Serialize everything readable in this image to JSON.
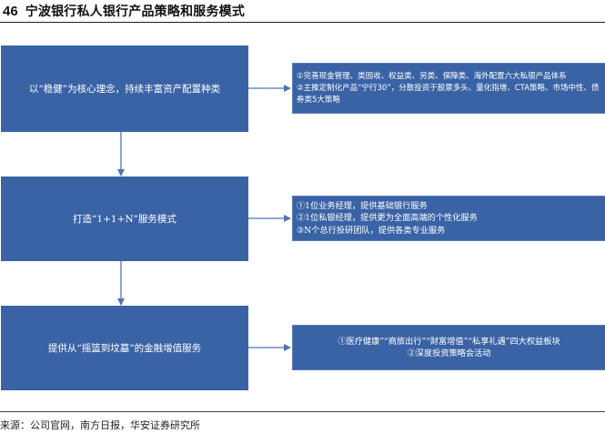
{
  "header": {
    "figure_number": "46",
    "title": "宁波银行私人银行产品策略和服务模式"
  },
  "steps": [
    {
      "main": "以“稳健”为核心理念，持续丰富资产配置种类",
      "details": [
        "①完善现金管理、类固收、权益类、另类、保障类、海外配置六大私银产品体系",
        "②主推定制化产品“宁行30”，分散投资于股票多头、量化指增、CTA策略、市场中性、债券类5大策略"
      ]
    },
    {
      "main": "打造“1+1+N”服务模式",
      "details": [
        "①1位业务经理，提供基础银行服务",
        "②1位私银经理，提供更为全面高端的个性化服务",
        "③N个总行投研团队，提供各类专业服务"
      ]
    },
    {
      "main": "提供从“摇篮到坟墓”的金融增值服务",
      "details": [
        "①医疗健康”“商旅出行”“财富增值”“私享礼遇”四大权益板块",
        "②深度投资策略会活动"
      ]
    }
  ],
  "source": "来源：公司官网，南方日报，华安证券研究所",
  "colors": {
    "box_fill": "#3a63a6",
    "arrow": "#4f74b4"
  }
}
